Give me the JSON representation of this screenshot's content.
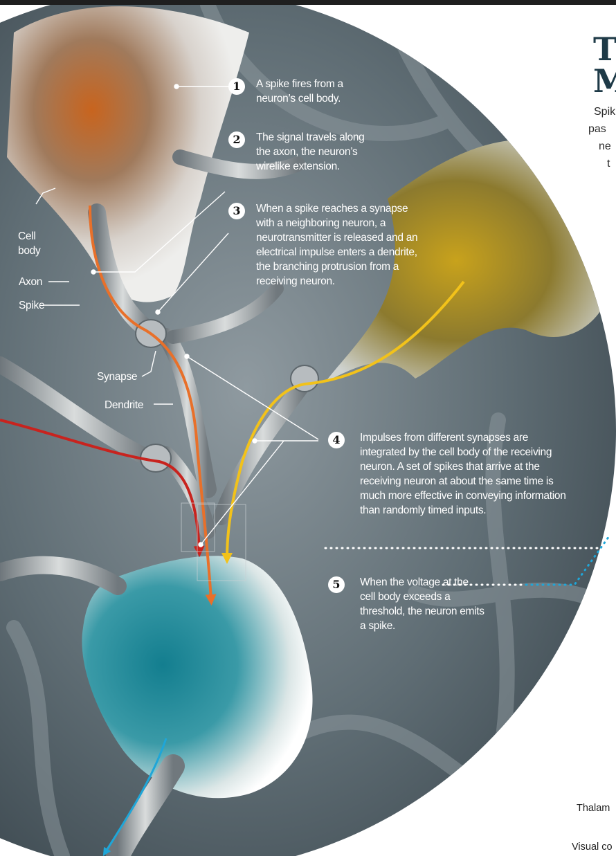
{
  "title": "T\nM",
  "intro_lines": [
    "Spik",
    "pas",
    "ne",
    "t"
  ],
  "labels": {
    "cell_body": "Cell\nbody",
    "axon": "Axon",
    "spike": "Spike",
    "synapse": "Synapse",
    "dendrite": "Dendrite"
  },
  "steps": [
    {
      "number": "1",
      "text": "A spike fires from a neuron’s cell body."
    },
    {
      "number": "2",
      "text": "The signal travels along the axon, the neuron’s wirelike extension."
    },
    {
      "number": "3",
      "text": "When a spike reaches a synapse with a neighboring neuron, a neurotransmitter is released and an electrical impulse enters a dendrite, the branching protrusion from a receiving neuron."
    },
    {
      "number": "4",
      "text": "Impulses from different synapses are integrated by the cell body of the receiving neuron. A set of spikes that arrive at the receiving neuron at about the same time is much more effective in conveying information than randomly timed inputs."
    },
    {
      "number": "5",
      "text": "When the voltage at the cell body exceeds a threshold, the neuron emits a spike."
    }
  ],
  "side_labels": {
    "thalamus": "Thalam",
    "visual_cortex": "Visual co"
  },
  "colors": {
    "spike_orange": "#e8702a",
    "spike_red": "#c8231e",
    "spike_yellow": "#f2c21a",
    "output_blue": "#1fa6d8",
    "title_navy": "#1e3a47"
  }
}
